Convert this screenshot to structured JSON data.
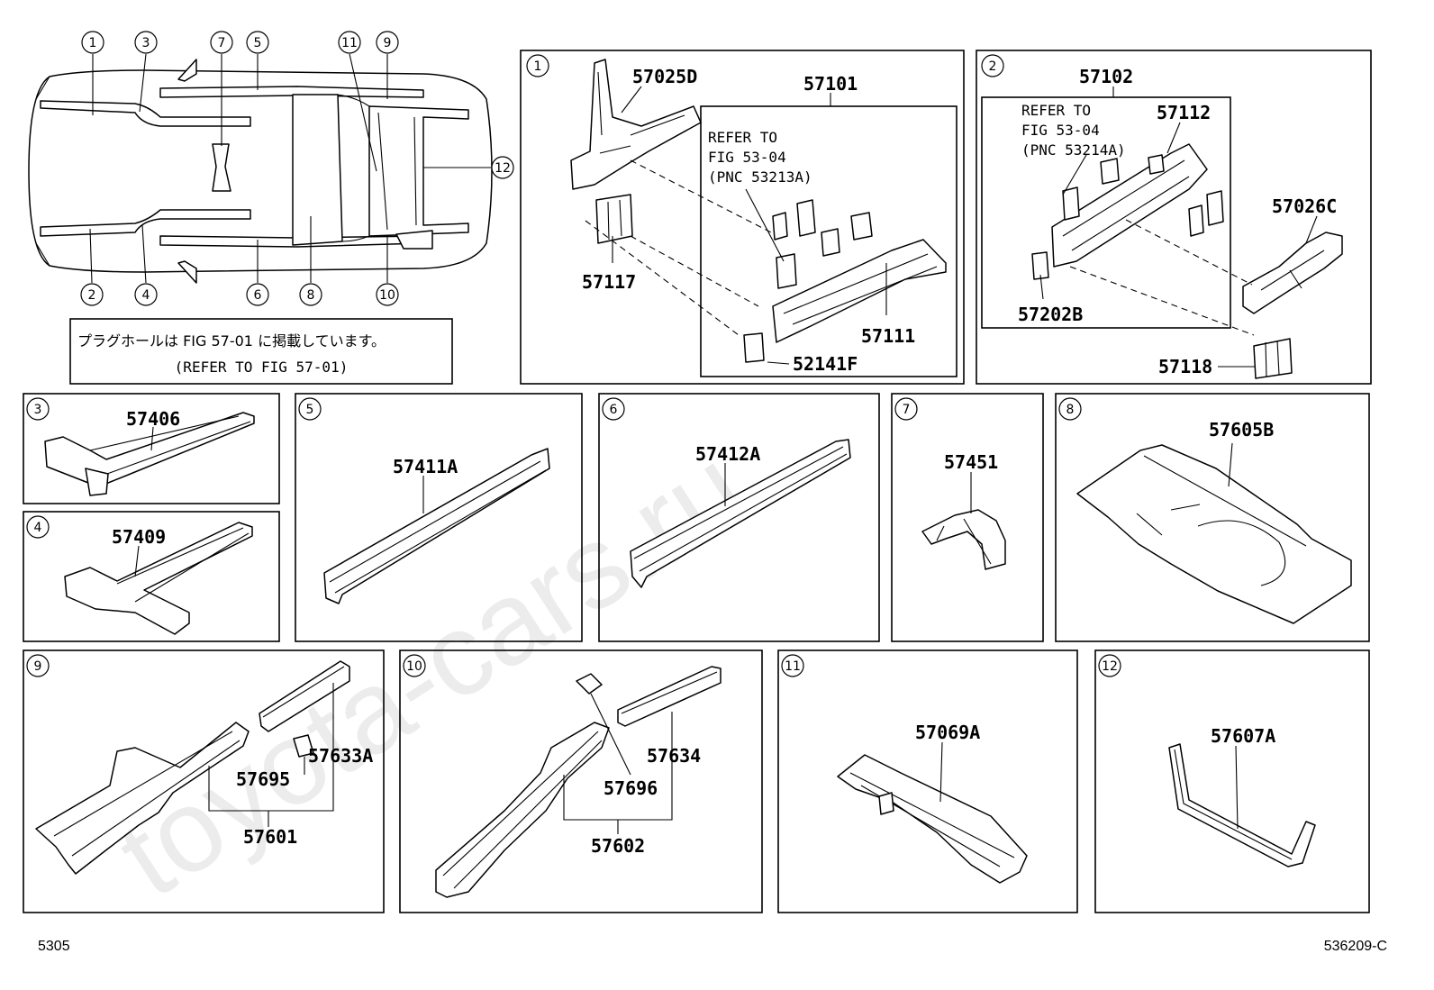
{
  "watermark": "toyota-cars.ru",
  "footer": {
    "left": "5305",
    "right": "536209-C"
  },
  "overview": {
    "circle_labels": [
      "1",
      "2",
      "3",
      "4",
      "5",
      "6",
      "7",
      "8",
      "9",
      "10",
      "11",
      "12"
    ],
    "note_jp": "プラグホールは FIG 57-01 に掲載しています。",
    "note_en": "(REFER TO FIG 57-01)"
  },
  "panels": [
    {
      "id": "1",
      "labels": [
        "57025D",
        "57101",
        "57117",
        "57111",
        "52141F"
      ],
      "refer": [
        "REFER TO",
        "FIG 53-04",
        "(PNC 53213A)"
      ]
    },
    {
      "id": "2",
      "labels": [
        "57102",
        "57112",
        "57026C",
        "57202B",
        "57118"
      ],
      "refer": [
        "REFER TO",
        "FIG 53-04",
        "(PNC 53214A)"
      ]
    },
    {
      "id": "3",
      "labels": [
        "57406"
      ]
    },
    {
      "id": "4",
      "labels": [
        "57409"
      ]
    },
    {
      "id": "5",
      "labels": [
        "57411A"
      ]
    },
    {
      "id": "6",
      "labels": [
        "57412A"
      ]
    },
    {
      "id": "7",
      "labels": [
        "57451"
      ]
    },
    {
      "id": "8",
      "labels": [
        "57605B"
      ]
    },
    {
      "id": "9",
      "labels": [
        "57633A",
        "57695",
        "57601"
      ]
    },
    {
      "id": "10",
      "labels": [
        "57696",
        "57634",
        "57602"
      ]
    },
    {
      "id": "11",
      "labels": [
        "57069A"
      ]
    },
    {
      "id": "12",
      "labels": [
        "57607A"
      ]
    }
  ]
}
